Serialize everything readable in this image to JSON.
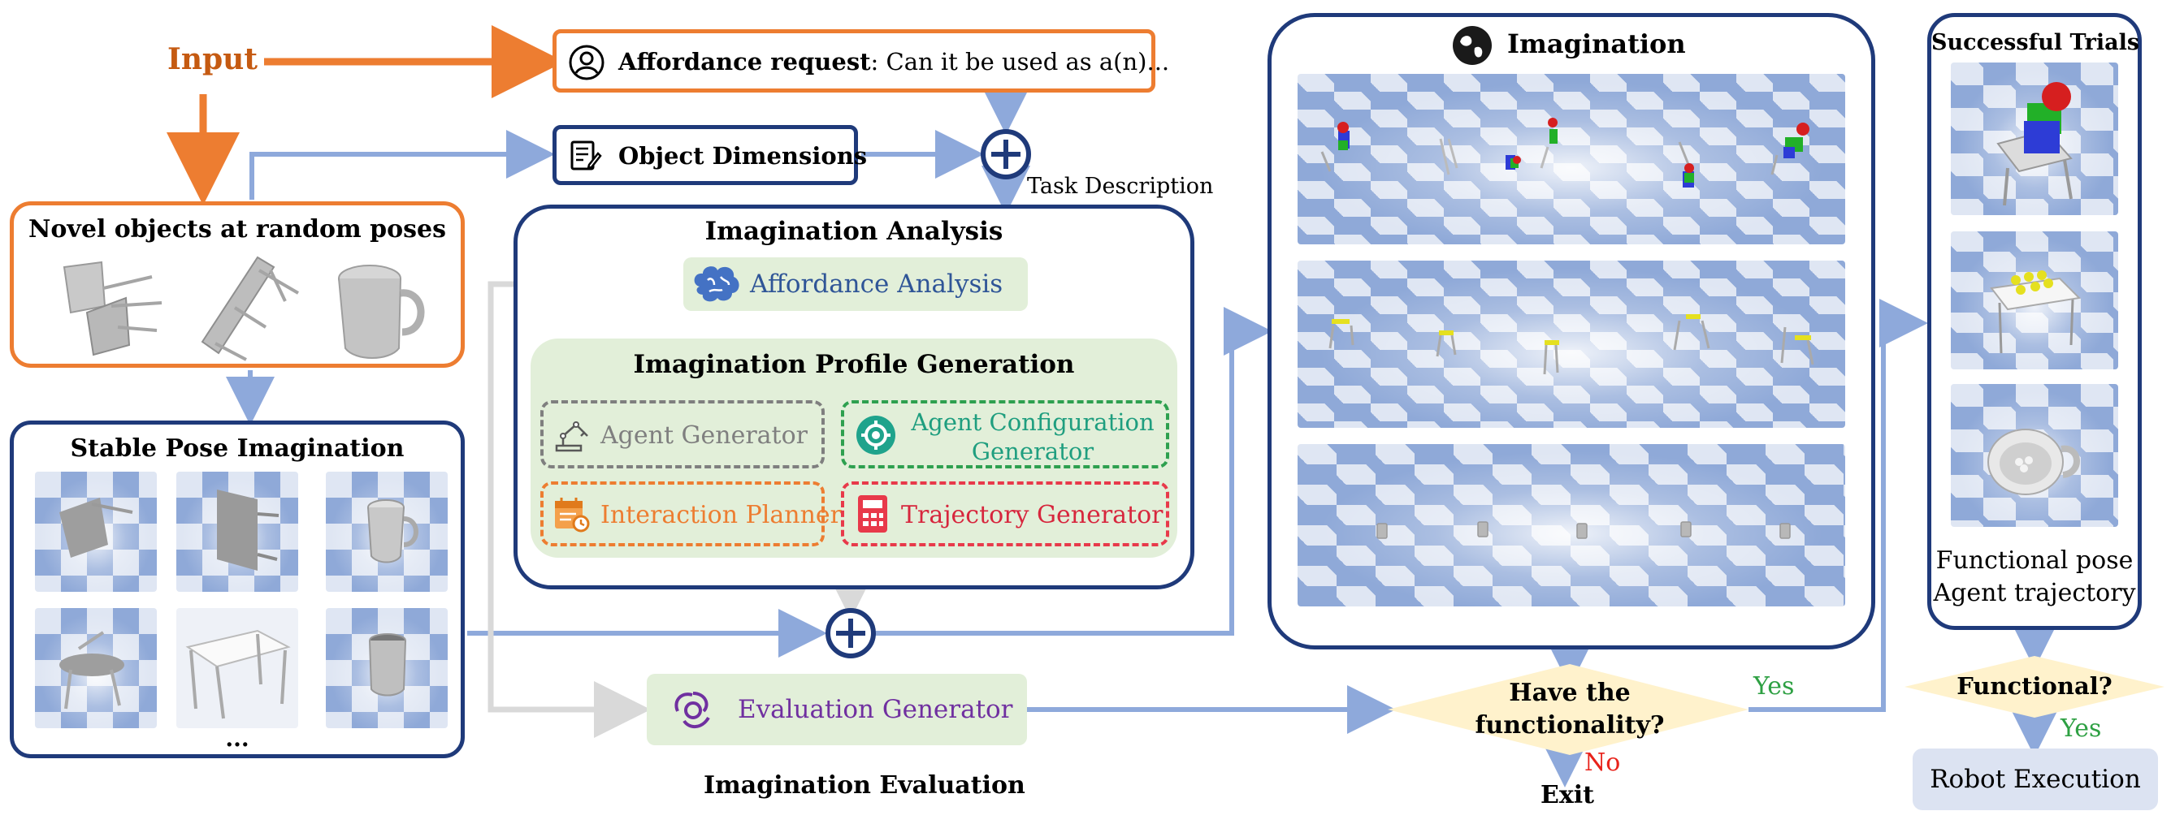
{
  "input_label": "Input",
  "affordance_request": {
    "bold": "Affordance request",
    "text": ": Can it be used as a(n)..."
  },
  "object_dimensions": "Object Dimensions",
  "task_description": "Task Description",
  "novel_objects": "Novel objects at random poses",
  "stable_pose": {
    "title": "Stable Pose Imagination",
    "ellipsis": "..."
  },
  "imagination_analysis": {
    "title": "Imagination Analysis",
    "affordance_analysis": "Affordance Analysis",
    "profile_title": "Imagination Profile Generation",
    "agent_generator": "Agent Generator",
    "agent_config_line1": "Agent  Configuration",
    "agent_config_line2": "Generator",
    "interaction_planner": "Interaction Planner",
    "trajectory_generator": "Trajectory Generator"
  },
  "evaluation_generator": "Evaluation Generator",
  "imagination_evaluation": "Imagination Evaluation",
  "imagination_title": "Imagination",
  "decision1": {
    "line1": "Have the",
    "line2": "functionality?",
    "yes": "Yes",
    "no": "No",
    "exit": "Exit"
  },
  "successful_trials": {
    "title": "Successful Trials",
    "line1": "Functional pose",
    "line2": "Agent trajectory"
  },
  "decision2": {
    "text": "Functional?",
    "yes": "Yes"
  },
  "robot_execution": "Robot Execution",
  "colors": {
    "orange": "#ED7D31",
    "navy": "#1F3A7A",
    "arrow_blue": "#8EA9DB",
    "light_green": "#E2EFD9",
    "yes_green": "#2EA043",
    "no_red": "#E8231B",
    "diamond": "#FFF2CC",
    "robot_bg": "#DCE3F2",
    "grey_arrow": "#D9D9D9"
  }
}
